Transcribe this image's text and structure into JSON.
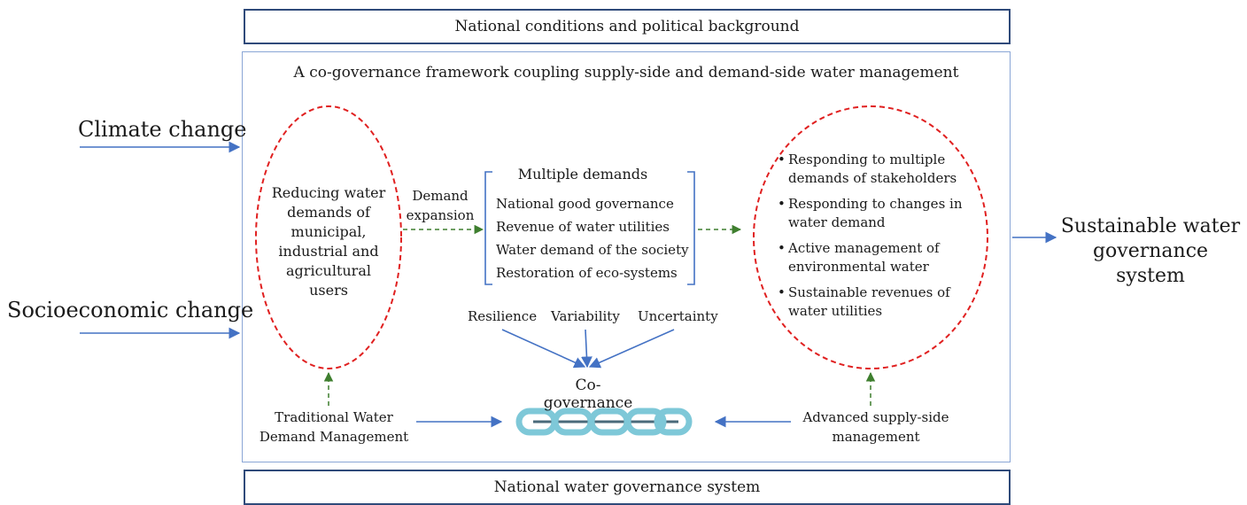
{
  "top_box": "National conditions and political background",
  "bottom_box": "National water governance system",
  "framework_title": "A co-governance framework coupling supply-side and demand-side water management",
  "inputs": {
    "climate": "Climate change",
    "socio": "Socioeconomic change"
  },
  "output": {
    "line1": "Sustainable water",
    "line2": "governance  system"
  },
  "left_ellipse": {
    "lines": [
      "Reducing water",
      "demands of",
      "municipal,",
      "industrial and",
      "agricultural",
      "users"
    ]
  },
  "demand_expansion": {
    "line1": "Demand",
    "line2": "expansion"
  },
  "multiple_demands": {
    "title": "Multiple demands",
    "items": [
      "National good governance",
      "Revenue of water utilities",
      "Water demand of the society",
      "Restoration of eco-systems"
    ]
  },
  "right_ellipse": {
    "bullets": [
      "Responding to multiple demands of stakeholders",
      "Responding to changes in water demand",
      "Active management of environmental water",
      "Sustainable revenues of water utilities"
    ]
  },
  "factors": [
    "Resilience",
    "Variability",
    "Uncertainty"
  ],
  "co_governance": "Co-governance",
  "traditional": {
    "line1": "Traditional Water",
    "line2": "Demand Management"
  },
  "advanced": {
    "line1": "Advanced supply-side",
    "line2": "management"
  },
  "colors": {
    "dark_border": "#2f4a7a",
    "light_border": "#8aa6d6",
    "arrow_blue": "#4472c4",
    "dashed_red": "#e02020",
    "dashed_green": "#3f7f2f",
    "chain": "#7ec8d8"
  },
  "icons": [
    "chain-icon"
  ]
}
